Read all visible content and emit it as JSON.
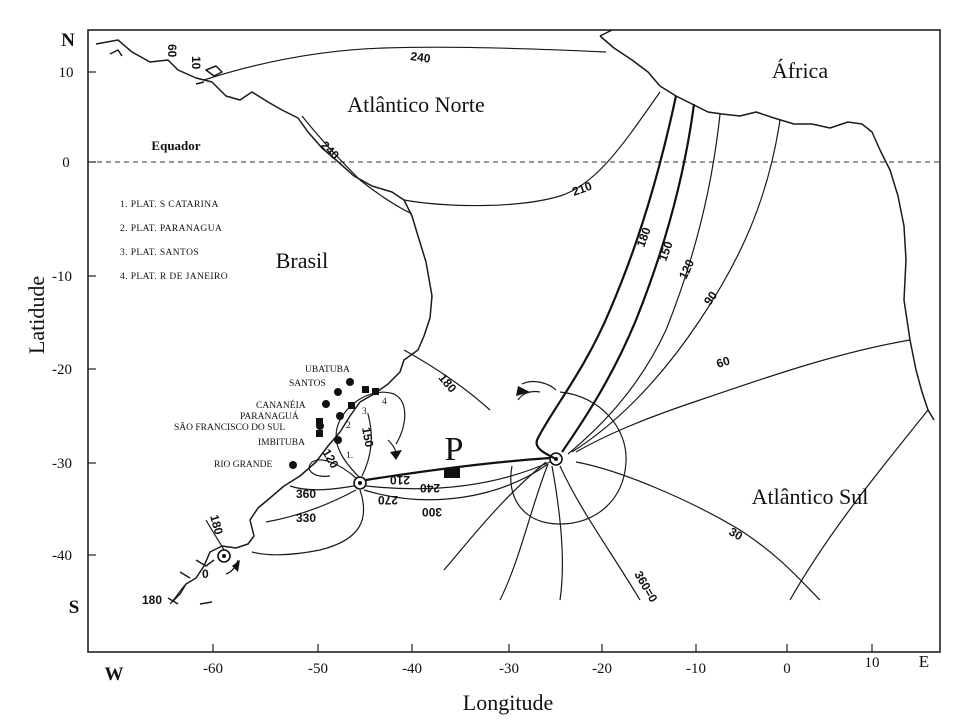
{
  "corner_labels": {
    "north": "N",
    "south": "S",
    "west": "W",
    "east": "E"
  },
  "axes": {
    "ylabel": "Latidude",
    "xlabel": "Longitude",
    "lat_ticks": [
      "10",
      "0",
      "-10",
      "-20",
      "-30",
      "-40"
    ],
    "lon_ticks": [
      "-60",
      "-50",
      "-40",
      "-30",
      "-20",
      "-10",
      "0",
      "10"
    ]
  },
  "regions": {
    "atlantic_north": "Atlântico Norte",
    "africa": "África",
    "brasil": "Brasil",
    "atlantic_south": "Atlântico Sul",
    "equator": "Equador"
  },
  "legend": {
    "items": [
      "1. PLAT. S CATARINA",
      "2. PLAT. PARANAGUA",
      "3. PLAT. SANTOS",
      "4. PLAT. R DE JANEIRO"
    ]
  },
  "locations": [
    "UBATUBA",
    "SANTOS",
    "CANANÉIA",
    "PARANAGUÁ",
    "SÃO FRANCISCO DO SUL",
    "IMBITUBA",
    "RIO GRANDE"
  ],
  "platform_numbers": [
    "1.",
    "2",
    "3.",
    "4"
  ],
  "point_label": "P",
  "isoline_labels": {
    "l240_north": "240",
    "l210": "210",
    "l240_coast": "240",
    "l180": "180",
    "l150": "150",
    "l120": "120",
    "l90": "90",
    "l60": "60",
    "l30": "30",
    "l360_0": "360=0",
    "l180_mid": "180",
    "l150_local": "150",
    "l120_local": "120",
    "l360": "360",
    "l330": "330",
    "l300": "300",
    "l270": "270",
    "l240_p": "240",
    "l210_p": "210",
    "l180_sw": "180",
    "l0_sw": "0",
    "l180_bottom": "180",
    "l60_top": "60",
    "l10_top": "10"
  },
  "colors": {
    "ink": "#111111",
    "background": "#ffffff"
  }
}
